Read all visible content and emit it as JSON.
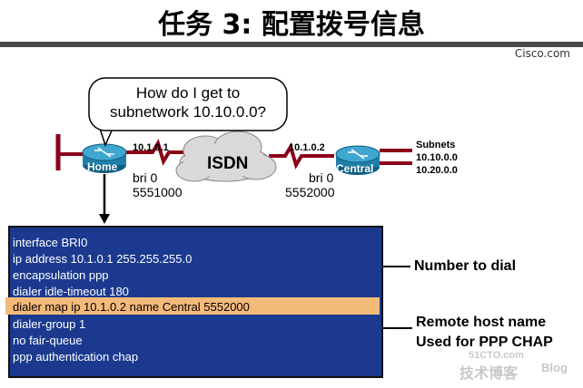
{
  "title": "任务 3: 配置拨号信息",
  "brand": "Cisco.com",
  "bubble": {
    "line1": "How do I get to",
    "line2": "subnetwork 10.10.0.0?"
  },
  "home_router": {
    "label": "Home",
    "ip": "10.1.0.1",
    "interface": "bri 0",
    "number": "5551000"
  },
  "central_router": {
    "label": "Central",
    "ip": "10.1.0.2",
    "interface": "bri 0",
    "number": "5552000"
  },
  "cloud_label": "ISDN",
  "subnets": {
    "heading": "Subnets",
    "items": [
      "10.10.0.0",
      "10.20.0.0"
    ]
  },
  "config_lines": [
    "interface BRI0",
    " ip address 10.1.0.1 255.255.255.0",
    " encapsulation ppp",
    " dialer idle-timeout 180",
    " dialer  map ip 10.1.0.2 name Central 5552000",
    " dialer-group 1",
    " no fair-queue",
    " ppp authentication chap"
  ],
  "annotations": {
    "number_to_dial": "Number to dial",
    "remote_host_1": "Remote host name",
    "remote_host_2": "Used for PPP CHAP"
  },
  "watermark": {
    "site": "51CTO.com",
    "line1": "技术博客",
    "line2": "Blog"
  },
  "colors": {
    "router": "#1f7fa8",
    "config_bg": "#1b3a8f",
    "highlight": "#f4ba7a",
    "link": "#8b0018"
  }
}
